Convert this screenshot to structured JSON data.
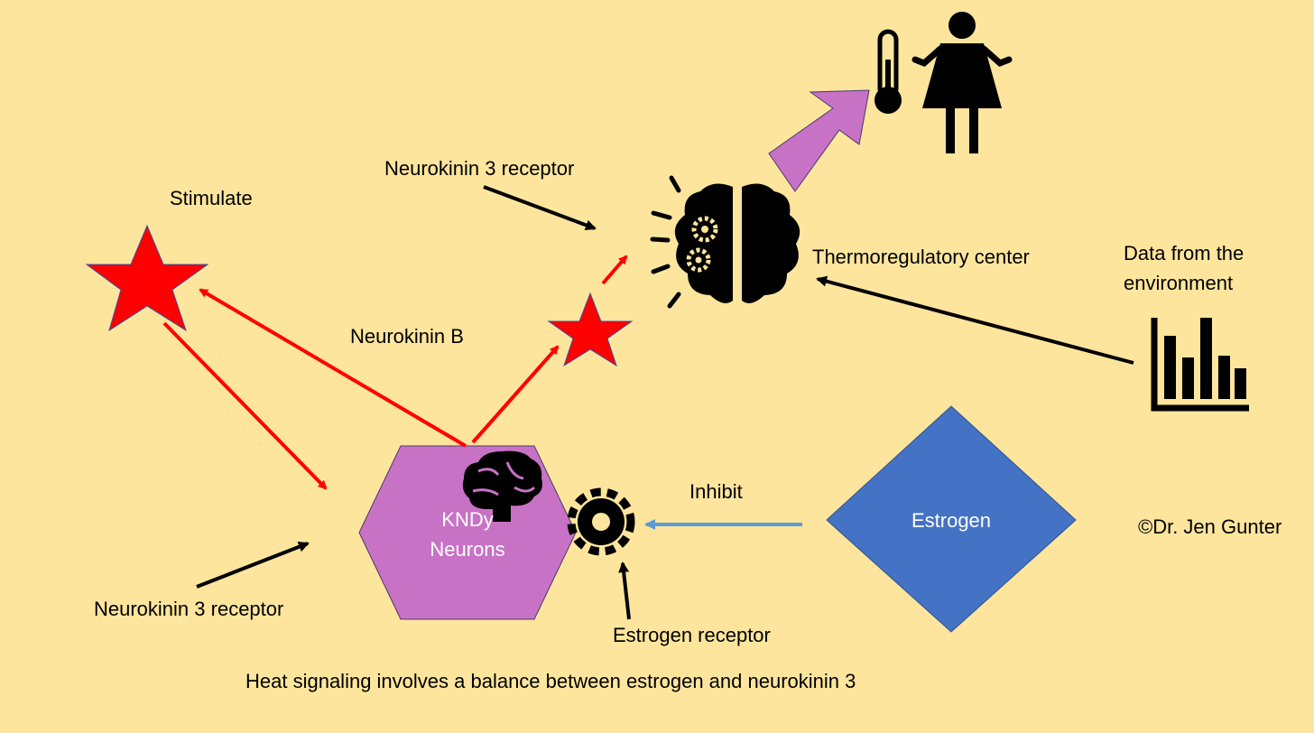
{
  "labels": {
    "stimulate": "Stimulate",
    "nk3_receptor_top": "Neurokinin 3 receptor",
    "neurokinin_b": "Neurokinin B",
    "thermoregulatory_center": "Thermoregulatory center",
    "data_environment_line1": "Data from the",
    "data_environment_line2": "environment",
    "inhibit": "Inhibit",
    "kndy_line1": "KNDy",
    "kndy_line2": "Neurons",
    "estrogen": "Estrogen",
    "copyright": "©Dr. Jen Gunter",
    "nk3_receptor_bottom": "Neurokinin 3 receptor",
    "estrogen_receptor": "Estrogen receptor",
    "caption": "Heat signaling involves a balance between estrogen and neurokinin 3"
  },
  "colors": {
    "background": "#fde59d",
    "stimulate_arrow": "#ff0000",
    "inhibit_arrow": "#5b9bd5",
    "star_fill": "#ff0000",
    "hexagon_fill": "#c872c6",
    "diamond_fill": "#4472c4",
    "output_arrow_fill": "#c872c6",
    "pointer_arrow": "#000000"
  },
  "icons": {
    "receptor": "crescent-moon-icon",
    "brain": "brain-icon",
    "gear": "gear-icon",
    "thermometer": "thermometer-icon",
    "person": "woman-shrugging-icon",
    "chart": "bar-chart-icon",
    "thinking_brain": "brain-gears-icon"
  }
}
